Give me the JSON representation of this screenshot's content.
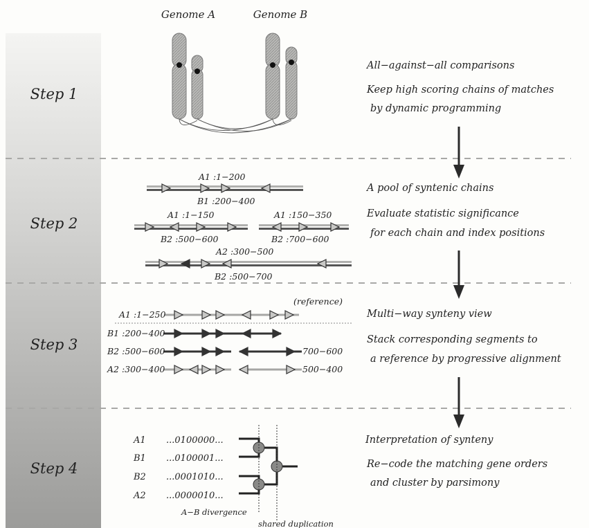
{
  "genome_labels": {
    "a": "Genome A",
    "b": "Genome B"
  },
  "steps": [
    {
      "label": "Step 1",
      "texts": [
        "All−against−all comparisons",
        "Keep high scoring chains of matches",
        "by dynamic programming"
      ]
    },
    {
      "label": "Step 2",
      "texts": [
        "A pool of syntenic chains",
        "Evaluate statistic significance",
        "for each chain and index positions"
      ]
    },
    {
      "label": "Step 3",
      "texts": [
        "Multi−way synteny view",
        "Stack corresponding segments to",
        "a reference by progressive alignment"
      ]
    },
    {
      "label": "Step 4",
      "texts": [
        "Interpretation of synteny",
        "Re−code the matching gene orders",
        "and cluster by parsimony"
      ]
    }
  ],
  "step2_chains": {
    "c1_top": "A1 :1−200",
    "c1_bottom": "B1 :200−400",
    "c2_top": "A1 :1−150",
    "c2_bottom": "B2 :500−600",
    "c3_top": "A1 :150−350",
    "c3_bottom": "B2 :700−600",
    "c4_top": "A2 :300−500",
    "c4_bottom": "B2 :500−700"
  },
  "step3_rows": {
    "reference_note": "(reference)",
    "r1": "A1 :1−250",
    "r2": "B1 :200−400",
    "r3_left": "B2 :500−600",
    "r3_right": "700−600",
    "r4_left": "A2 :300−400",
    "r4_right": "500−400"
  },
  "step4_rows": [
    {
      "name": "A1",
      "code": "...0100000..."
    },
    {
      "name": "B1",
      "code": "...0100001..."
    },
    {
      "name": "B2",
      "code": "...0001010..."
    },
    {
      "name": "A2",
      "code": "...0000010..."
    }
  ],
  "step4_notes": {
    "divergence": "A−B divergence",
    "duplication": "shared duplication"
  }
}
